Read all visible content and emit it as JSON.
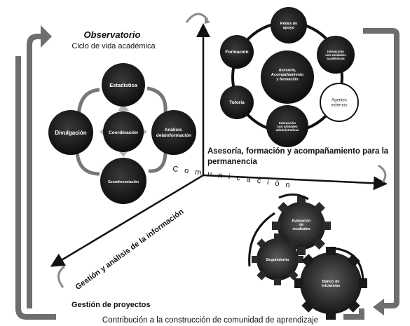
{
  "observatorio": {
    "title": "Observatorio",
    "subtitle": "Ciclo de vida académica",
    "nodes": {
      "top": "Estadística",
      "center": "Coordinación",
      "left": "Divulgación",
      "right": "Análisis de la información",
      "bottom": "Georeferenciación"
    }
  },
  "asesoria": {
    "center": "Asesoría, Acompañamiento y formación",
    "nodes": [
      "Redes de apoyo",
      "Interacción con Unidades académicas",
      "Agentes externos",
      "Interacción con unidades administrativas",
      "Tutoría",
      "Formación"
    ],
    "label": "Asesoría, formación y acompañamiento para la permanencia"
  },
  "proyectos": {
    "gears": [
      "Evaluación de resultados",
      "Seguimiento",
      "Banco de iniciativas"
    ],
    "label": "Gestión de proyectos"
  },
  "axes": {
    "comunicacion": "Comunicación",
    "gestion": "Gestión y análisis de la información"
  },
  "footer": "Contribución a la construcción de comunidad de aprendizaje",
  "colors": {
    "dark_node": "#111111",
    "cycle_arrow": "#8a8a8a",
    "frame_arrow": "#6e6e6e",
    "axis": "#111111"
  }
}
